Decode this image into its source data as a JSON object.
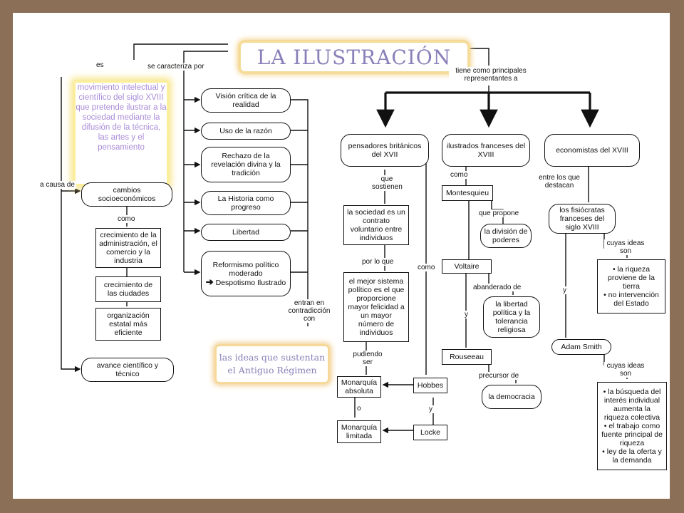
{
  "title": "LA ILUSTRACIÓN",
  "labels": {
    "es": "es",
    "se_caracteriza": "se caracteriza por",
    "tiene_como": "tiene como principales representantes a",
    "a_causa": "a causa de",
    "como1": "como",
    "entran": "entran en contradicción con",
    "que_sostienen": "que sostienen",
    "por_lo_que": "por lo que",
    "pudiendo": "pudiendo ser",
    "o": "o",
    "como2": "como",
    "y1": "y",
    "como3": "como",
    "que_propone": "que propone",
    "abanderado": "abanderado de",
    "y2": "y",
    "precursor": "precursor de",
    "entre_los_que": "entre los que destacan",
    "cuyas1": "cuyas ideas son",
    "y3": "y",
    "cuyas2": "cuyas ideas son"
  },
  "definition": "movimiento intelectual y científico del siglo XVIII que pretende ilustrar a la sociedad mediante la difusión de la técnica, las artes y el pensamiento",
  "causes": {
    "socio": "cambios socioeconómicos",
    "admin": "crecimiento de la administración, el comercio y la industria",
    "ciudades": "crecimiento de las ciudades",
    "estatal": "organización estatal más eficiente",
    "avance": "avance científico y técnico"
  },
  "traits": {
    "vision": "Visión crítica de la realidad",
    "razon": "Uso de la razón",
    "rechazo": "Rechazo de la revelación divina y la tradición",
    "historia": "La Historia como progreso",
    "libertad": "Libertad",
    "reformismo": "Reformismo político moderado",
    "despotismo": "Despotismo Ilustrado",
    "arrow_glyph": "➔"
  },
  "antiguo": "las ideas que sustentan el Antiguo Régimen",
  "groups": {
    "britanicos": "pensadores británicos del XVII",
    "franceses": "ilustrados franceses del XVIII",
    "economistas": "economistas del XVIII"
  },
  "british": {
    "contrato": "la sociedad es un contrato voluntario entre individuos",
    "sistema": "el mejor sistema político es el que proporcione mayor felicidad a un mayor número de individuos",
    "absoluta": "Monarquía absoluta",
    "limitada": "Monarquía limitada",
    "hobbes": "Hobbes",
    "locke": "Locke"
  },
  "french": {
    "montesquieu": "Montesquieu",
    "division": "la división de poderes",
    "voltaire": "Voltaire",
    "libertad": "la libertad política y la tolerancia religiosa",
    "rousseau": "Rouseeau",
    "democracia": "la democracia"
  },
  "econ": {
    "fisiocratas": "los fisiócratas franceses del siglo XVIII",
    "ideas1": [
      "• la riqueza proviene de la tierra",
      "• no intervención del Estado"
    ],
    "smith": "Adam Smith",
    "ideas2": [
      "• la búsqueda del interés individual aumenta la riqueza colectiva",
      "• el trabajo como fuente principal de riqueza",
      "• ley de la oferta y la demanda"
    ]
  },
  "colors": {
    "frame": "#8b6f56",
    "title_text": "#8a7fb8",
    "definition_text": "#a98bd8",
    "yellow_glow": "#f7e37e",
    "tan_glow": "#f0cc8a"
  }
}
